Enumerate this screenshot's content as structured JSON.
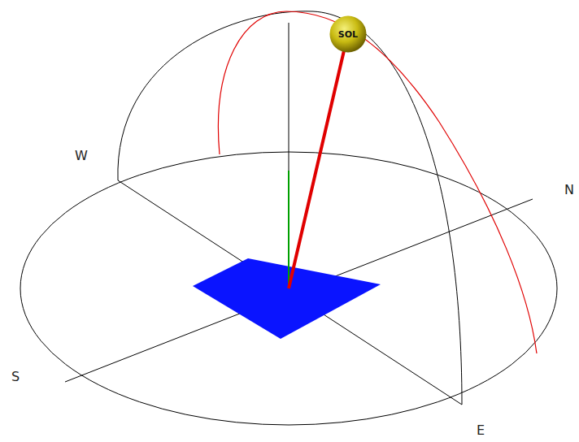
{
  "diagram": {
    "nodes": [
      {
        "text": [
          "SOL"
        ]
      }
    ],
    "labels": [
      "W",
      "N",
      "S",
      "E"
    ]
  }
}
